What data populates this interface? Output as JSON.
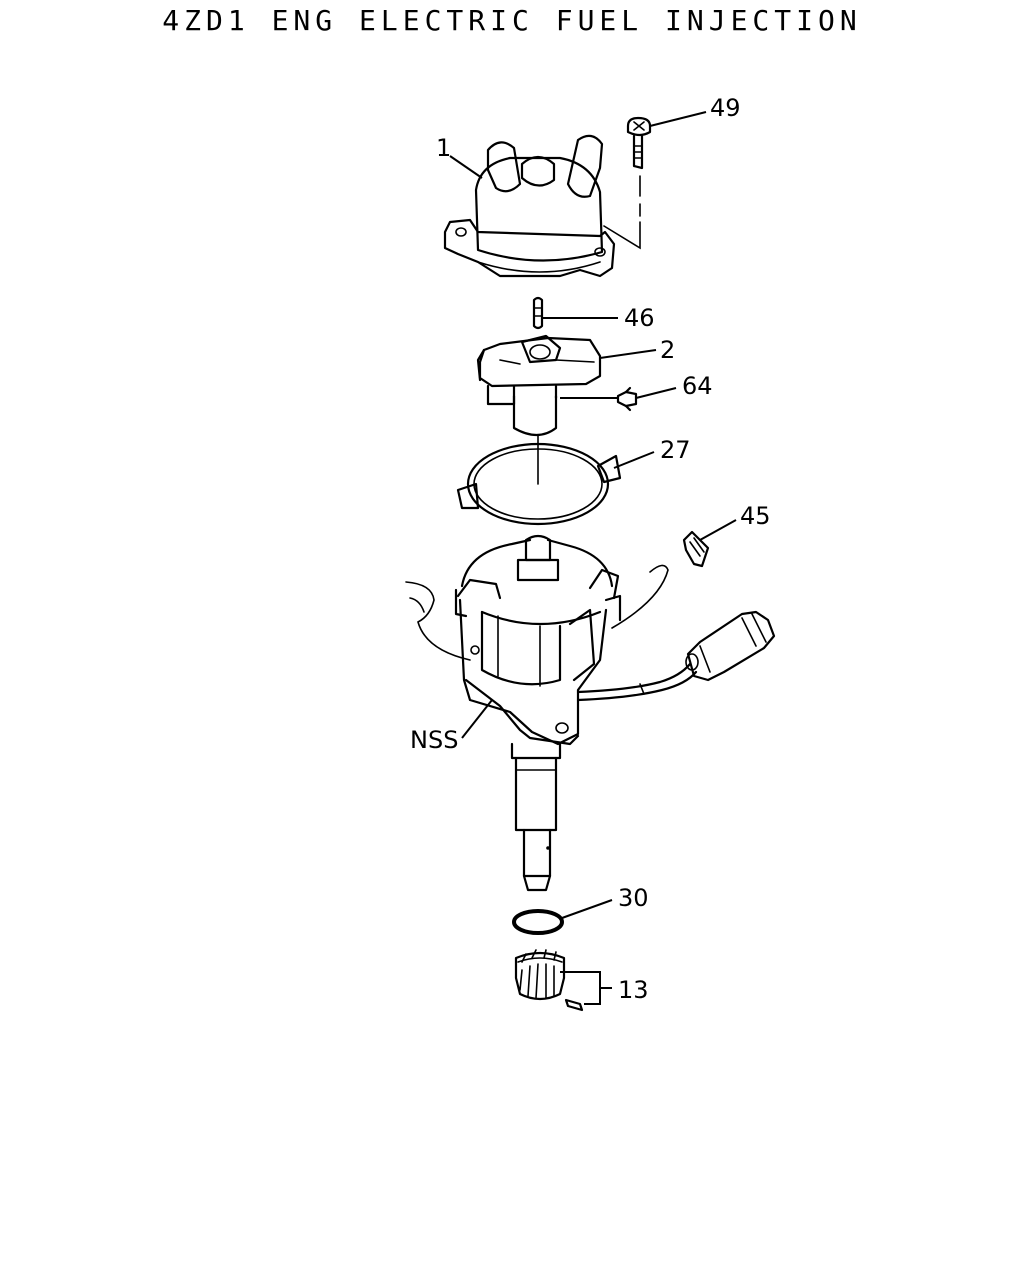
{
  "title": "4ZD1 ENG ELECTRIC FUEL INJECTION",
  "callouts": [
    {
      "label": "1"
    },
    {
      "label": "49"
    },
    {
      "label": "46"
    },
    {
      "label": "2"
    },
    {
      "label": "64"
    },
    {
      "label": "27"
    },
    {
      "label": "45"
    },
    {
      "label": "NSS"
    },
    {
      "label": "30"
    },
    {
      "label": "13"
    }
  ],
  "colors": {
    "line": "#000000",
    "background": "#ffffff"
  }
}
